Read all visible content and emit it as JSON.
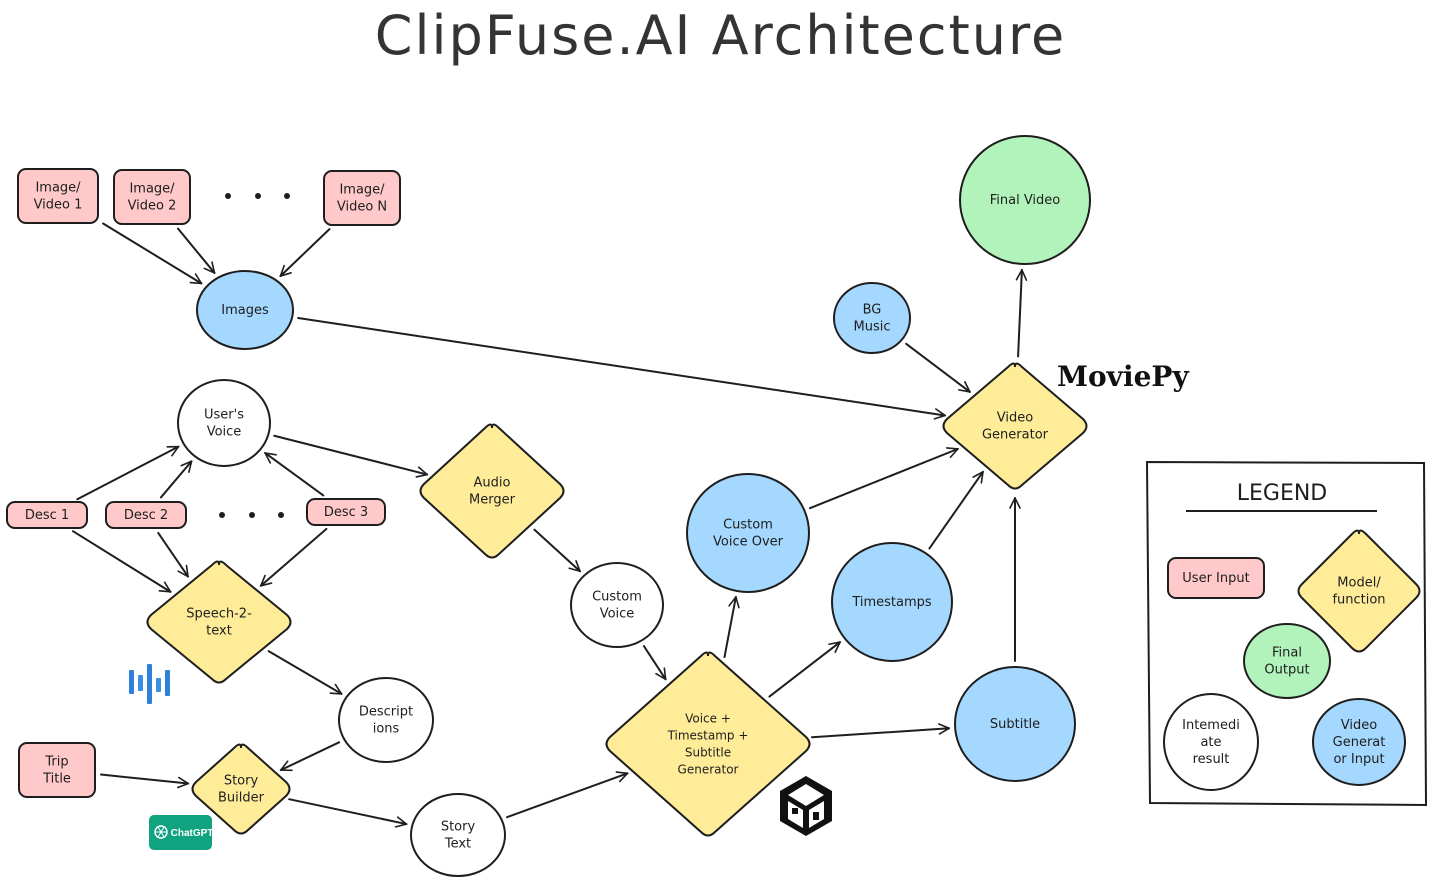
{
  "title": "ClipFuse.AI Architecture",
  "colors": {
    "user_input": "#ffc9c9",
    "model_function": "#ffec99",
    "final_output": "#b2f2bb",
    "intermediate": "#ffffff",
    "video_generator_input": "#a5d8ff",
    "stroke": "#1e1e1e",
    "chatgpt_green": "#10a37f",
    "speech_blue": "#2f80d9"
  },
  "nodes": {
    "image_video_1": {
      "lines": [
        "Image/",
        "Video 1"
      ],
      "type": "user_input"
    },
    "image_video_2": {
      "lines": [
        "Image/",
        "Video 2"
      ],
      "type": "user_input"
    },
    "image_video_n": {
      "lines": [
        "Image/",
        "Video N"
      ],
      "type": "user_input"
    },
    "images": {
      "lines": [
        "Images"
      ],
      "type": "video_generator_input"
    },
    "users_voice": {
      "lines": [
        "User's",
        "Voice"
      ],
      "type": "intermediate"
    },
    "desc_1": {
      "lines": [
        "Desc 1"
      ],
      "type": "user_input"
    },
    "desc_2": {
      "lines": [
        "Desc 2"
      ],
      "type": "user_input"
    },
    "desc_3": {
      "lines": [
        "Desc 3"
      ],
      "type": "user_input"
    },
    "speech_2_text": {
      "lines": [
        "Speech-2-",
        "text"
      ],
      "type": "model_function"
    },
    "descriptions": {
      "lines": [
        "Descript",
        "ions"
      ],
      "type": "intermediate"
    },
    "trip_title": {
      "lines": [
        "Trip",
        "Title"
      ],
      "type": "user_input"
    },
    "story_builder": {
      "lines": [
        "Story",
        "Builder"
      ],
      "type": "model_function"
    },
    "story_text": {
      "lines": [
        "Story",
        "Text"
      ],
      "type": "intermediate"
    },
    "audio_merger": {
      "lines": [
        "Audio",
        "Merger"
      ],
      "type": "model_function"
    },
    "custom_voice": {
      "lines": [
        "Custom",
        "Voice"
      ],
      "type": "intermediate"
    },
    "vts_generator": {
      "lines": [
        "Voice +",
        "Timestamp +",
        "Subtitle",
        "Generator"
      ],
      "type": "model_function"
    },
    "custom_voice_over": {
      "lines": [
        "Custom",
        "Voice Over"
      ],
      "type": "video_generator_input"
    },
    "timestamps": {
      "lines": [
        "Timestamps"
      ],
      "type": "video_generator_input"
    },
    "subtitle": {
      "lines": [
        "Subtitle"
      ],
      "type": "video_generator_input"
    },
    "bg_music": {
      "lines": [
        "BG",
        "Music"
      ],
      "type": "video_generator_input"
    },
    "video_generator": {
      "lines": [
        "Video",
        "Generator"
      ],
      "type": "model_function"
    },
    "final_video": {
      "lines": [
        "Final Video"
      ],
      "type": "final_output"
    }
  },
  "edges": [
    [
      "image_video_1",
      "images"
    ],
    [
      "image_video_2",
      "images"
    ],
    [
      "image_video_n",
      "images"
    ],
    [
      "images",
      "video_generator"
    ],
    [
      "desc_1",
      "users_voice"
    ],
    [
      "desc_2",
      "users_voice"
    ],
    [
      "desc_3",
      "users_voice"
    ],
    [
      "desc_1",
      "speech_2_text"
    ],
    [
      "desc_2",
      "speech_2_text"
    ],
    [
      "desc_3",
      "speech_2_text"
    ],
    [
      "users_voice",
      "audio_merger"
    ],
    [
      "audio_merger",
      "custom_voice"
    ],
    [
      "speech_2_text",
      "descriptions"
    ],
    [
      "descriptions",
      "story_builder"
    ],
    [
      "trip_title",
      "story_builder"
    ],
    [
      "story_builder",
      "story_text"
    ],
    [
      "story_text",
      "vts_generator"
    ],
    [
      "custom_voice",
      "vts_generator"
    ],
    [
      "vts_generator",
      "custom_voice_over"
    ],
    [
      "vts_generator",
      "timestamps"
    ],
    [
      "vts_generator",
      "subtitle"
    ],
    [
      "custom_voice_over",
      "video_generator"
    ],
    [
      "timestamps",
      "video_generator"
    ],
    [
      "subtitle",
      "video_generator"
    ],
    [
      "bg_music",
      "video_generator"
    ],
    [
      "video_generator",
      "final_video"
    ]
  ],
  "logos": {
    "moviepy": "MoviePy",
    "chatgpt": "ChatGPT",
    "speech_icon": "speech-waveform",
    "pyannote_icon": "py-cube"
  },
  "legend": {
    "title": "LEGEND",
    "items": [
      {
        "label_lines": [
          "User Input"
        ],
        "type": "user_input"
      },
      {
        "label_lines": [
          "Model/",
          "function"
        ],
        "type": "model_function"
      },
      {
        "label_lines": [
          "Final",
          "Output"
        ],
        "type": "final_output"
      },
      {
        "label_lines": [
          "Intemedi",
          "ate",
          "result"
        ],
        "type": "intermediate"
      },
      {
        "label_lines": [
          "Video",
          "Generat",
          "or Input"
        ],
        "type": "video_generator_input"
      }
    ]
  }
}
